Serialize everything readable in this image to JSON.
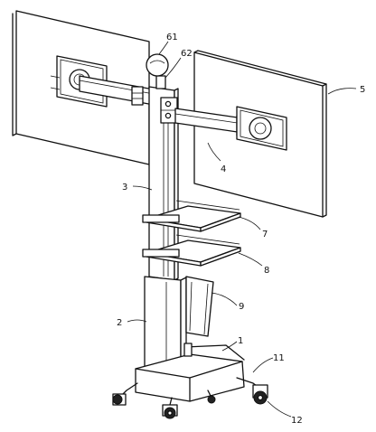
{
  "labels": {
    "l1": "1",
    "l2": "2",
    "l3": "3",
    "l4": "4",
    "l5": "5",
    "l7": "7",
    "l8": "8",
    "l9": "9",
    "l11": "11",
    "l12": "12",
    "l61": "61",
    "l62": "62"
  }
}
